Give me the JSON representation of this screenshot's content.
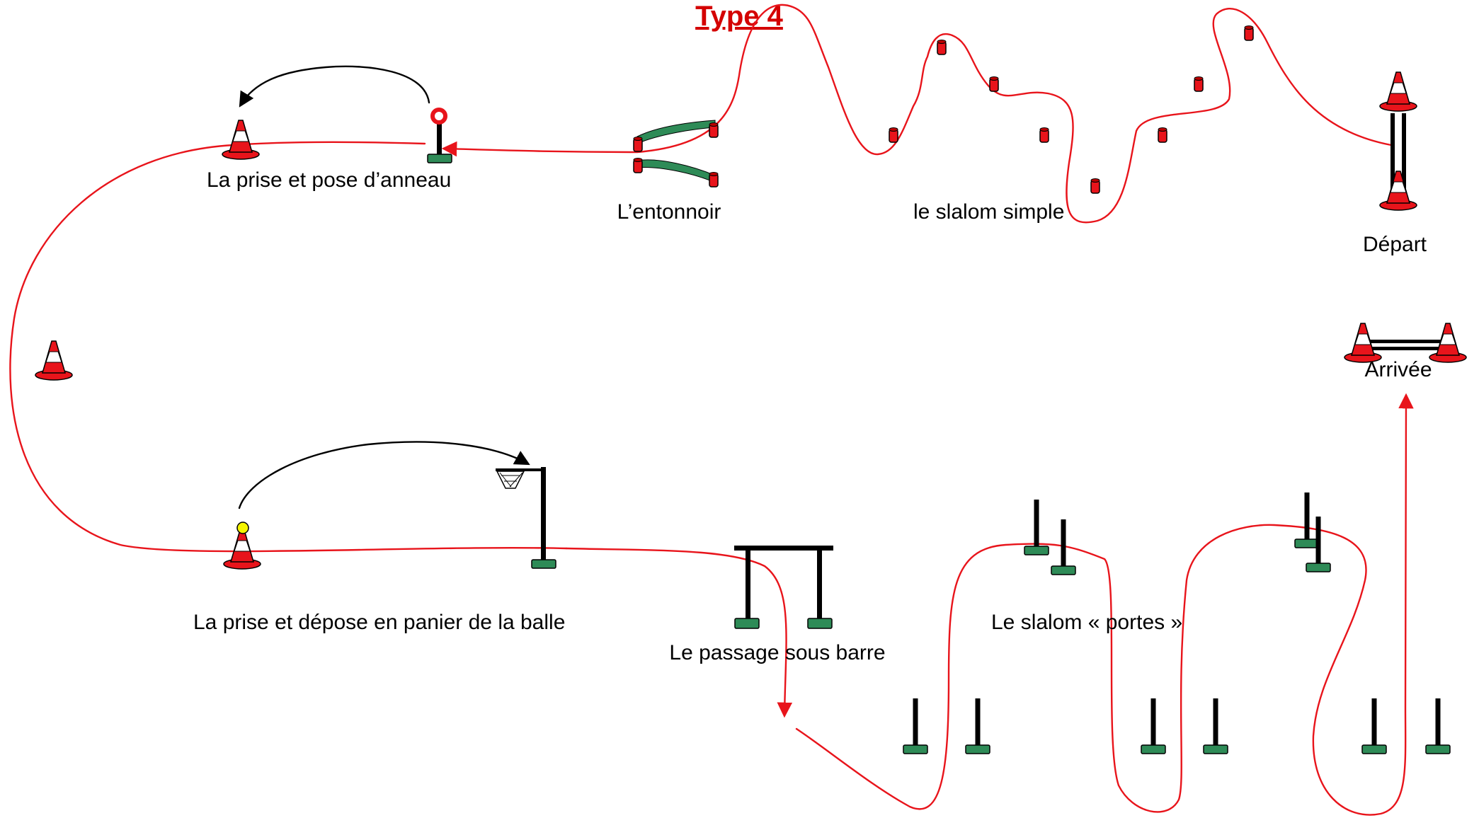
{
  "title": "Type 4",
  "labels": {
    "ring": "La prise et pose d’anneau",
    "funnel": "L’entonnoir",
    "slalom_simple": "le slalom simple",
    "start": "Départ",
    "finish": "Arrivée",
    "ball": "La prise et dépose en panier de la balle",
    "bar": "Le passage sous barre",
    "gates": "Le slalom « portes »"
  },
  "colors": {
    "route": "#e8141b",
    "arrow": "#000000",
    "cone_red": "#e8141b",
    "cone_white": "#ffffff",
    "post_base": "#2e8b57",
    "post": "#000000",
    "ball": "#f5f500",
    "title": "#d40000"
  }
}
